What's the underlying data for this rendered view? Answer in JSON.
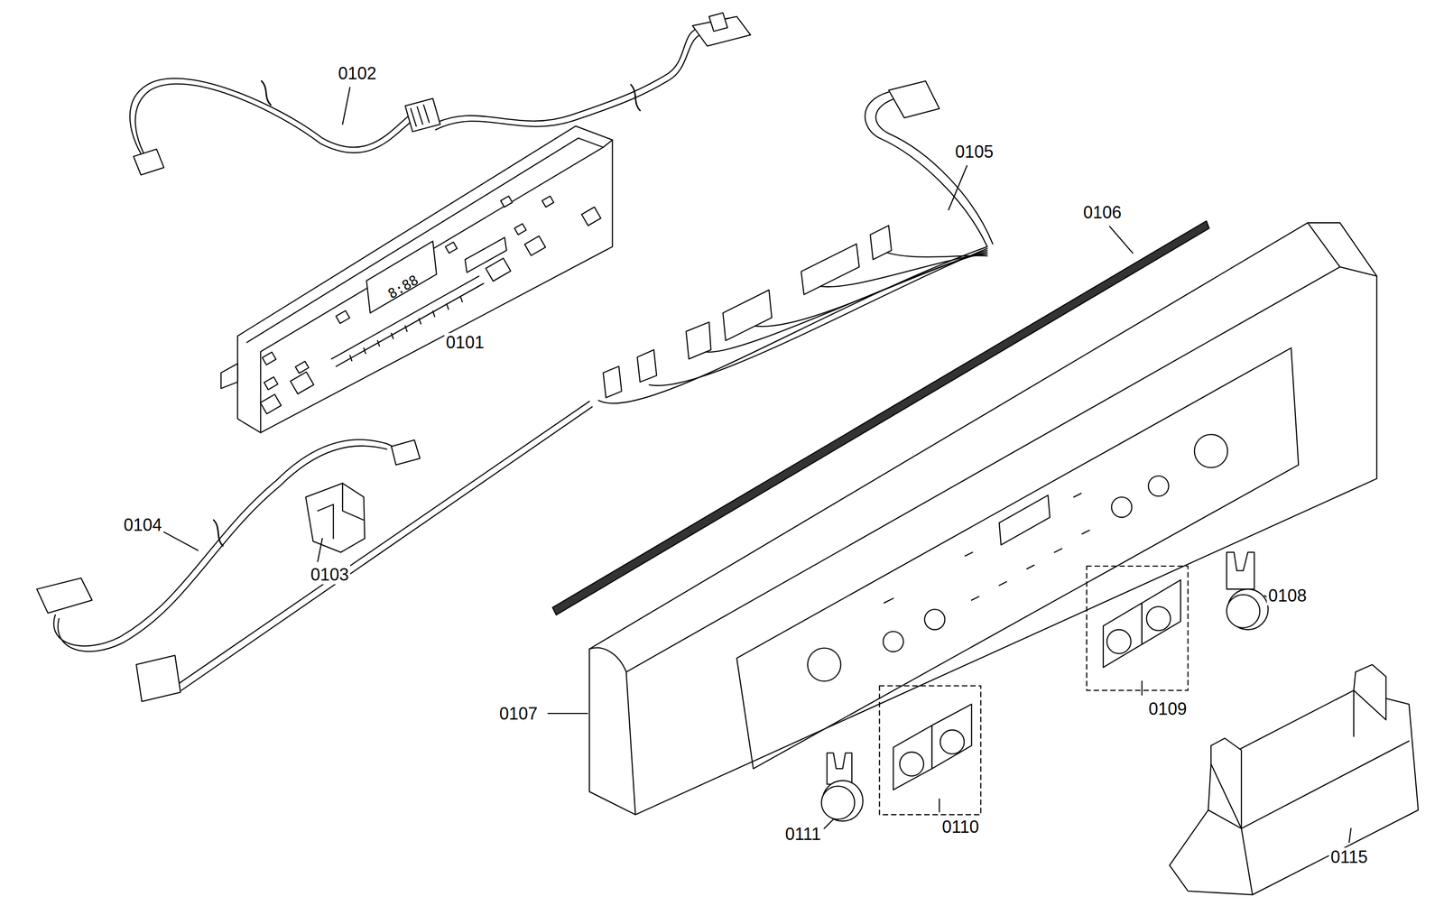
{
  "diagram": {
    "labels": [
      "0102",
      "0105",
      "0106",
      "0101",
      "0104",
      "0103",
      "0107",
      "0108",
      "0109",
      "0110",
      "0111",
      "0115",
      "8:88"
    ]
  }
}
